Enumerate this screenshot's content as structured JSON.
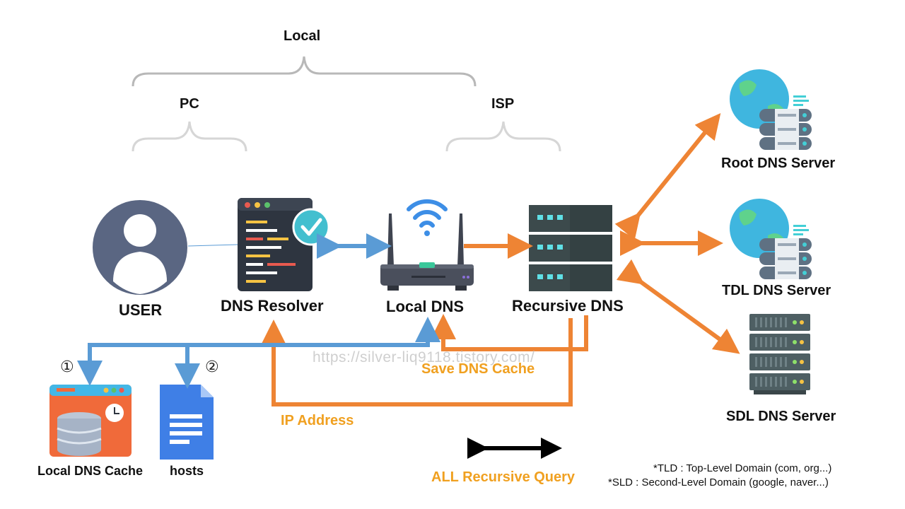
{
  "scope": {
    "local": "Local",
    "pc": "PC",
    "isp": "ISP"
  },
  "nodes": {
    "user": "USER",
    "resolver": "DNS Resolver",
    "local_dns": "Local DNS",
    "recursive_dns": "Recursive DNS",
    "root": "Root DNS Server",
    "tld": "TDL DNS Server",
    "sld": "SDL DNS Server",
    "local_cache": "Local DNS Cache",
    "hosts": "hosts"
  },
  "steps": {
    "one": "①",
    "two": "②"
  },
  "flows": {
    "save_cache": "Save DNS Cache",
    "ip_address": "IP Address"
  },
  "legend": {
    "recursive_query": "ALL Recursive Query"
  },
  "watermark": "https://silver-liq9118.tistory.com/",
  "notes": {
    "tld": "*TLD : Top-Level Domain (com, org...)",
    "sld": "*SLD : Second-Level Domain (google, naver...)"
  },
  "colors": {
    "orange_arrow": "#ee8434",
    "blue_arrow": "#5a9bd5",
    "label_orange": "#f0a020",
    "brace": "#b8b8b8"
  }
}
